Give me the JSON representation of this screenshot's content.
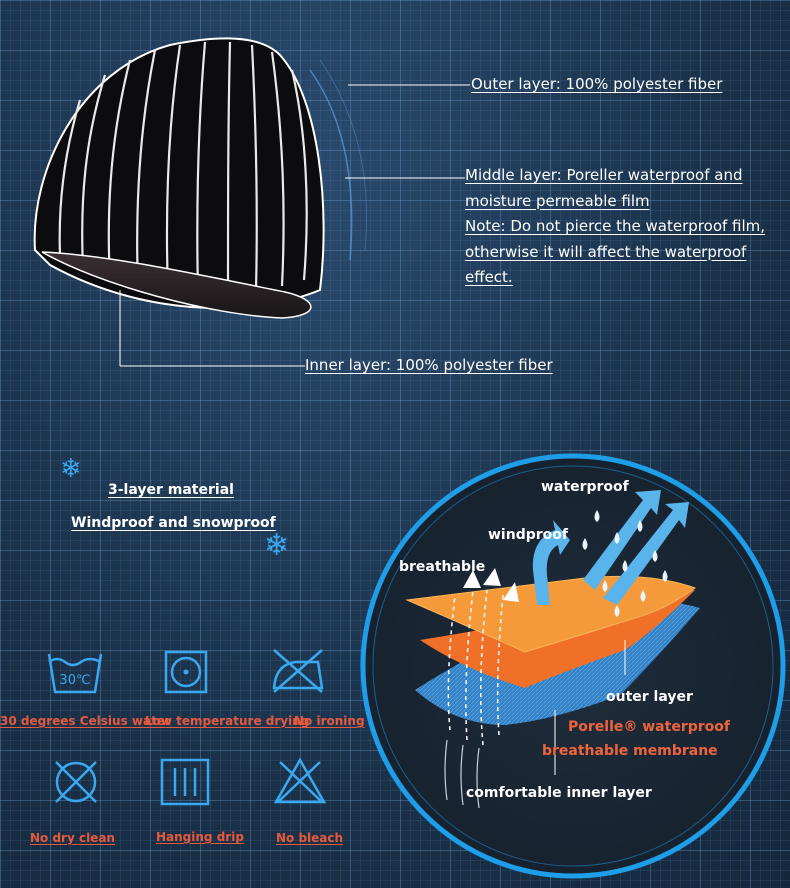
{
  "hat_labels": {
    "outer": "Outer layer: 100% polyester fiber",
    "middle_lines": [
      "Middle layer: Poreller waterproof and",
      "moisture permeable film",
      "Note: Do not pierce the waterproof film,",
      "otherwise it will affect the waterproof",
      "effect."
    ],
    "inner": "Inner layer: 100% polyester fiber"
  },
  "features": {
    "item1": "3-layer material",
    "item2": "Windproof and snowproof"
  },
  "care": [
    {
      "label": "30 degrees Celsius water",
      "icon": "wash-30-icon",
      "text": "30℃"
    },
    {
      "label": "Low temperature drying",
      "icon": "tumble-dry-low-icon"
    },
    {
      "label": "No ironing",
      "icon": "no-iron-icon"
    },
    {
      "label": "No dry clean",
      "icon": "no-dry-clean-icon"
    },
    {
      "label": "Hanging drip",
      "icon": "drip-dry-icon"
    },
    {
      "label": "No bleach",
      "icon": "no-bleach-icon"
    }
  ],
  "diagram": {
    "waterproof": "waterproof",
    "windproof": "windproof",
    "breathable": "breathable",
    "outer_layer": "outer layer",
    "membrane_line1": "Porelle® waterproof",
    "membrane_line2": "breathable membrane",
    "inner_layer": "comfortable inner layer"
  },
  "colors": {
    "background": "#1d3550",
    "accent_blue": "#3aa8f0",
    "orange": "#e8593c"
  }
}
